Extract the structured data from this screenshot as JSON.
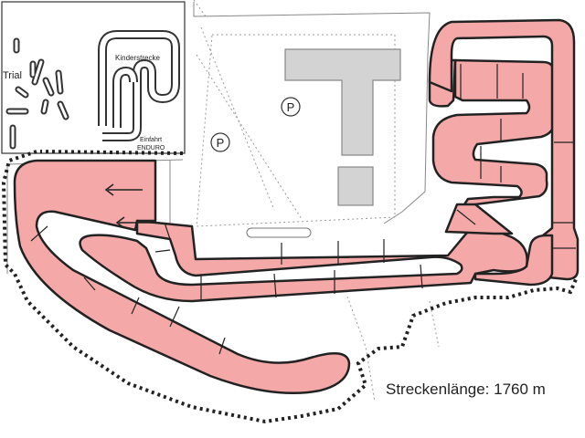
{
  "map": {
    "track_length_label": "Streckenlänge: 1760 m",
    "inset": {
      "trial_label": "Trial",
      "kids_track_label": "Kinderstrecke",
      "entrance_label_line1": "Einfahrt",
      "entrance_label_line2": "ENDURO"
    },
    "parking_symbol": "P",
    "colors": {
      "track_fill": "#f4a9a8",
      "track_outline": "#222222",
      "building": "#d3d3d3"
    }
  }
}
